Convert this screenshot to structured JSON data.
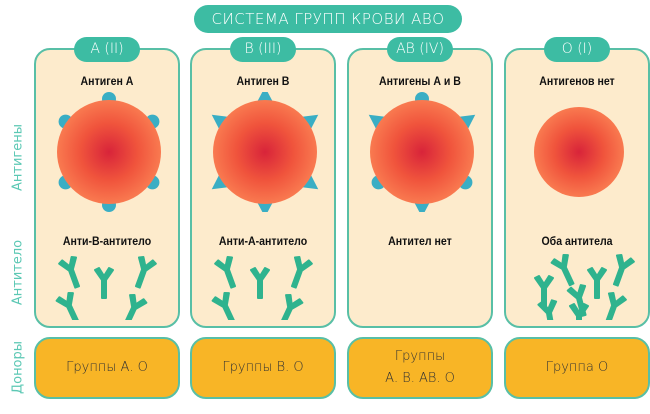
{
  "title": "СИСТЕМА ГРУПП КРОВИ АВО",
  "side_labels": {
    "antigens": "Антигены",
    "antibody": "Антитело",
    "donors": "Доноры"
  },
  "colors": {
    "teal": "#3dbca3",
    "card": "#fdebcc",
    "donor": "#f8b526",
    "cell": "#f0543c"
  },
  "groups": [
    {
      "tab": "A (II)",
      "antigen": "Антиген А",
      "antigen_shape": "bump",
      "antibody": "Анти-В-антитело",
      "antibody_count": 5,
      "donor_lines": [
        "Группы А. О"
      ]
    },
    {
      "tab": "B (III)",
      "antigen": "Антиген В",
      "antigen_shape": "spike",
      "antibody": "Анти-А-антитело",
      "antibody_count": 5,
      "donor_lines": [
        "Группы В. О"
      ]
    },
    {
      "tab": "AB (IV)",
      "antigen": "Антигены А и В",
      "antigen_shape": "mixed",
      "antibody": "Антител нет",
      "antibody_count": 0,
      "donor_lines": [
        "Группы",
        "А. В. АВ. О"
      ]
    },
    {
      "tab": "O (I)",
      "antigen": "Антигенов нет",
      "antigen_shape": "none",
      "antibody": "Оба антитела",
      "antibody_count": 8,
      "donor_lines": [
        "Группа О"
      ]
    }
  ]
}
